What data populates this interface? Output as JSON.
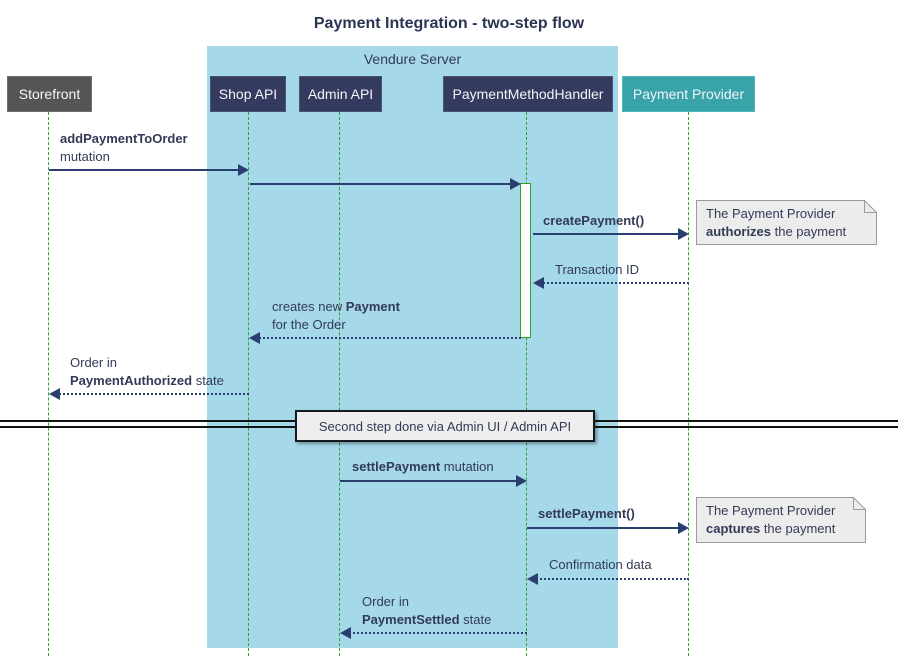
{
  "title": "Payment Integration - two-step flow",
  "frame": {
    "label": "Vendure Server"
  },
  "participants": [
    {
      "id": "storefront",
      "label": "Storefront"
    },
    {
      "id": "shop-api",
      "label": "Shop API"
    },
    {
      "id": "admin-api",
      "label": "Admin API"
    },
    {
      "id": "payment-method-handler",
      "label": "PaymentMethodHandler"
    },
    {
      "id": "payment-provider",
      "label": "Payment Provider"
    }
  ],
  "messages": {
    "add_payment": {
      "bold": "addPaymentToOrder",
      "rest": "mutation"
    },
    "create_payment": {
      "label": "createPayment()"
    },
    "transaction_id": {
      "label": "Transaction ID"
    },
    "creates_payment": {
      "pre": "creates new ",
      "bold": "Payment",
      "line2": "for the Order"
    },
    "payment_authorized": {
      "line1": "Order in",
      "bold": "PaymentAuthorized",
      "post": " state"
    },
    "settle_mutation": {
      "bold": "settlePayment",
      "post": " mutation"
    },
    "settle_call": {
      "label": "settlePayment()"
    },
    "confirmation": {
      "label": "Confirmation data"
    },
    "payment_settled": {
      "line1": "Order in",
      "bold": "PaymentSettled",
      "post": " state"
    }
  },
  "divider": {
    "label": "Second step done via Admin UI / Admin API"
  },
  "notes": {
    "authorize": {
      "line1": "The Payment Provider",
      "bold": "authorizes",
      "rest": " the payment"
    },
    "capture": {
      "line1": "The Payment Provider",
      "bold": "captures",
      "rest": " the payment"
    }
  },
  "colors": {
    "frame_bg": "#a5d9e9",
    "participant_bg": "#353b5e",
    "storefront_bg": "#555555",
    "provider_bg": "#38a3a9",
    "arrow": "#2a3f6f",
    "lifeline": "#2aa52a",
    "note_bg": "#ececec"
  }
}
